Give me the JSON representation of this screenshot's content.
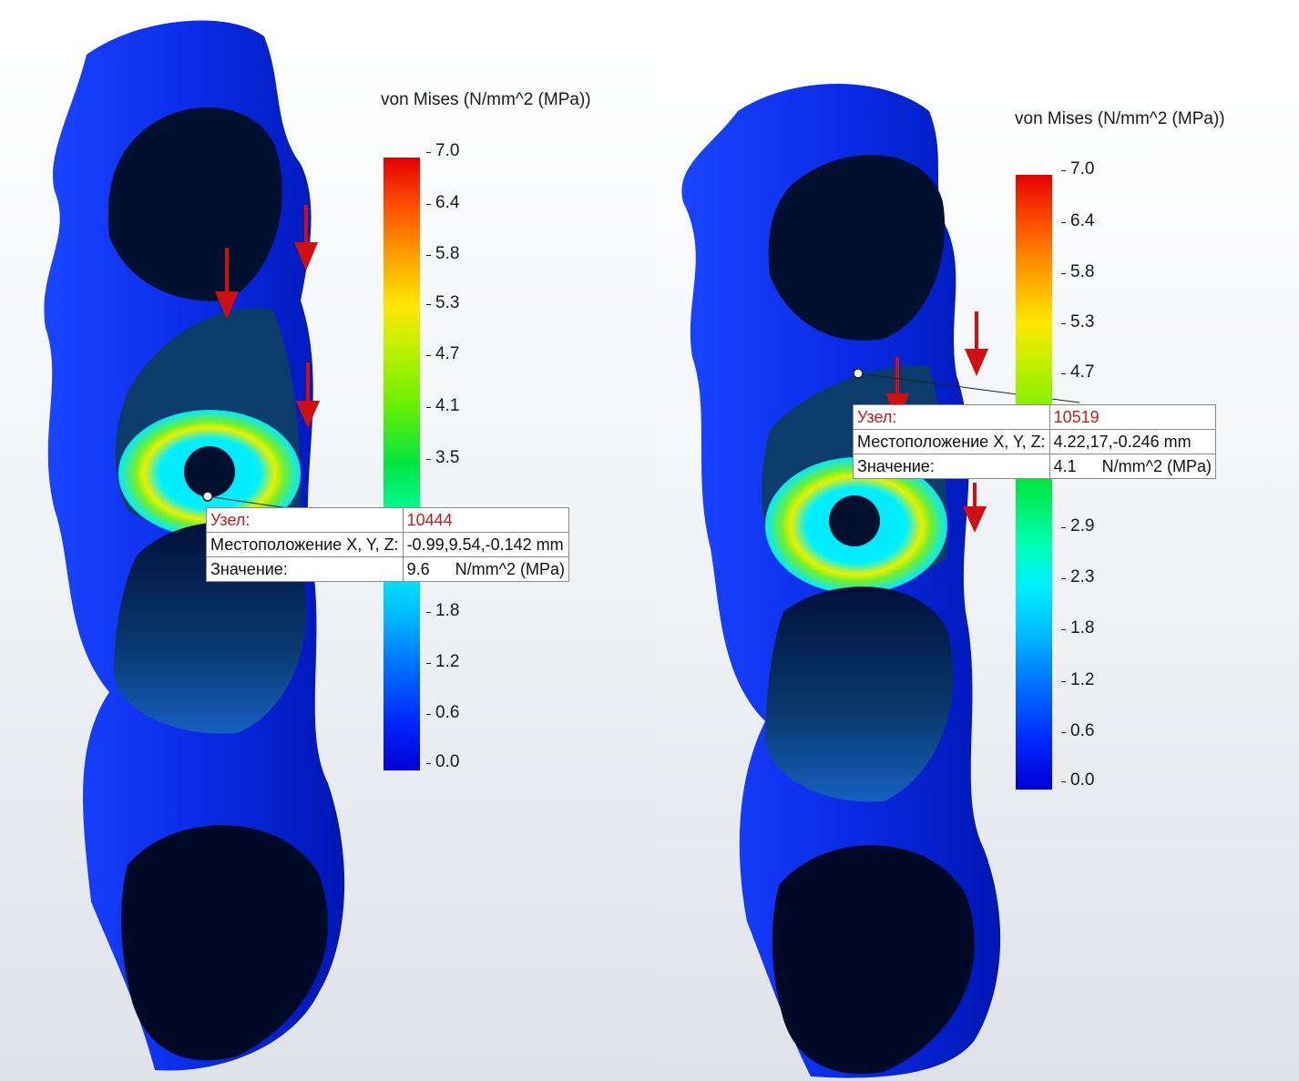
{
  "legend_title": "von Mises (N/mm^2 (MPa))",
  "colorbar_ticks": [
    "7.0",
    "6.4",
    "5.8",
    "5.3",
    "4.7",
    "4.1",
    "3.5",
    "2.9",
    "2.3",
    "1.8",
    "1.2",
    "0.6",
    "0.0"
  ],
  "scale": {
    "min": 0.0,
    "max": 7.0
  },
  "colors": {
    "low": "#0000d6",
    "high": "#e60000",
    "probe_node": "#c0201c"
  },
  "probe_labels": {
    "node": "Узел:",
    "location": "Местоположение X, Y, Z:",
    "value": "Значение:"
  },
  "panels": [
    {
      "node_id": "10444",
      "location": "-0.99,9.54,-0.142 mm",
      "value": "9.6",
      "unit": "N/mm^2 (MPa)"
    },
    {
      "node_id": "10519",
      "location": "4.22,17,-0.246 mm",
      "value": "4.1",
      "unit": "N/mm^2 (MPa)"
    }
  ]
}
